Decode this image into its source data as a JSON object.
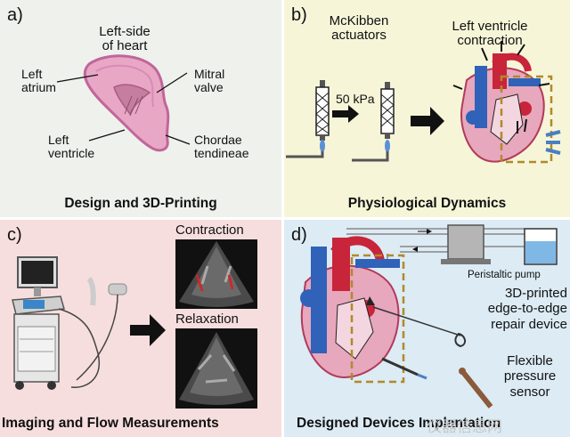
{
  "panel_a": {
    "tag": "a)",
    "title_line1": "Left-side",
    "title_line2": "of heart",
    "label_left_atrium_1": "Left",
    "label_left_atrium_2": "atrium",
    "label_mitral_1": "Mitral",
    "label_mitral_2": "valve",
    "label_left_ventricle_1": "Left",
    "label_left_ventricle_2": "ventricle",
    "label_chordae_1": "Chordae",
    "label_chordae_2": "tendineae",
    "caption": "Design and 3D-Printing"
  },
  "panel_b": {
    "tag": "b)",
    "actuators_1": "McKibben",
    "actuators_2": "actuators",
    "pressure": "50 kPa",
    "contraction_1": "Left ventricle",
    "contraction_2": "contraction",
    "caption": "Physiological Dynamics"
  },
  "panel_c": {
    "tag": "c)",
    "contraction": "Contraction",
    "relaxation": "Relaxation",
    "caption": "Imaging and Flow Measurements"
  },
  "panel_d": {
    "tag": "d)",
    "pump": "Peristaltic pump",
    "device_1": "3D-printed",
    "device_2": "edge-to-edge",
    "device_3": "repair device",
    "sensor_1": "Flexible",
    "sensor_2": "pressure",
    "sensor_3": "sensor",
    "caption": "Designed Devices Implantation"
  },
  "watermark": "仪器信息网"
}
